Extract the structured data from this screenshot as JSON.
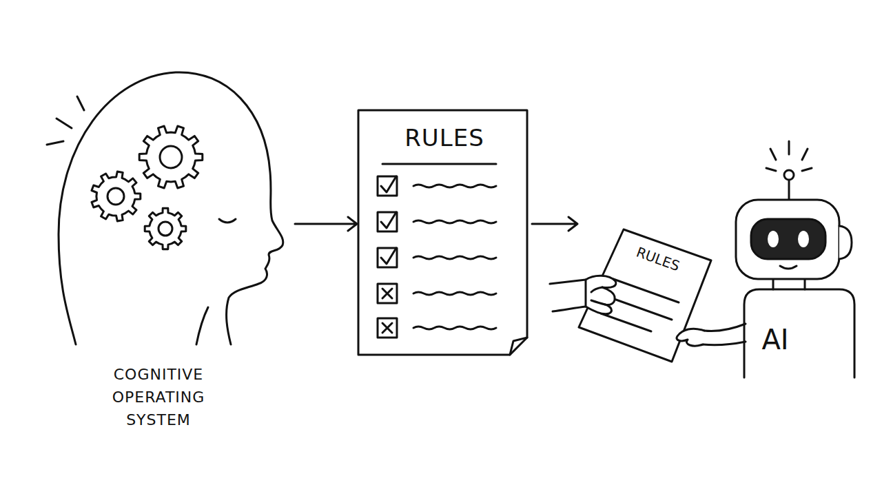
{
  "diagram": {
    "nodes": [
      {
        "text": [
          "COGNITIVE OPERATING SYSTEM"
        ]
      },
      {
        "text": [
          "RULES"
        ]
      },
      {
        "text": [
          "RULES"
        ]
      },
      {
        "text": [
          "AI"
        ]
      }
    ],
    "edges": [
      {
        "from": 0,
        "to": 1,
        "arrow": "to"
      },
      {
        "from": 1,
        "to": 2,
        "arrow": "to"
      }
    ]
  }
}
